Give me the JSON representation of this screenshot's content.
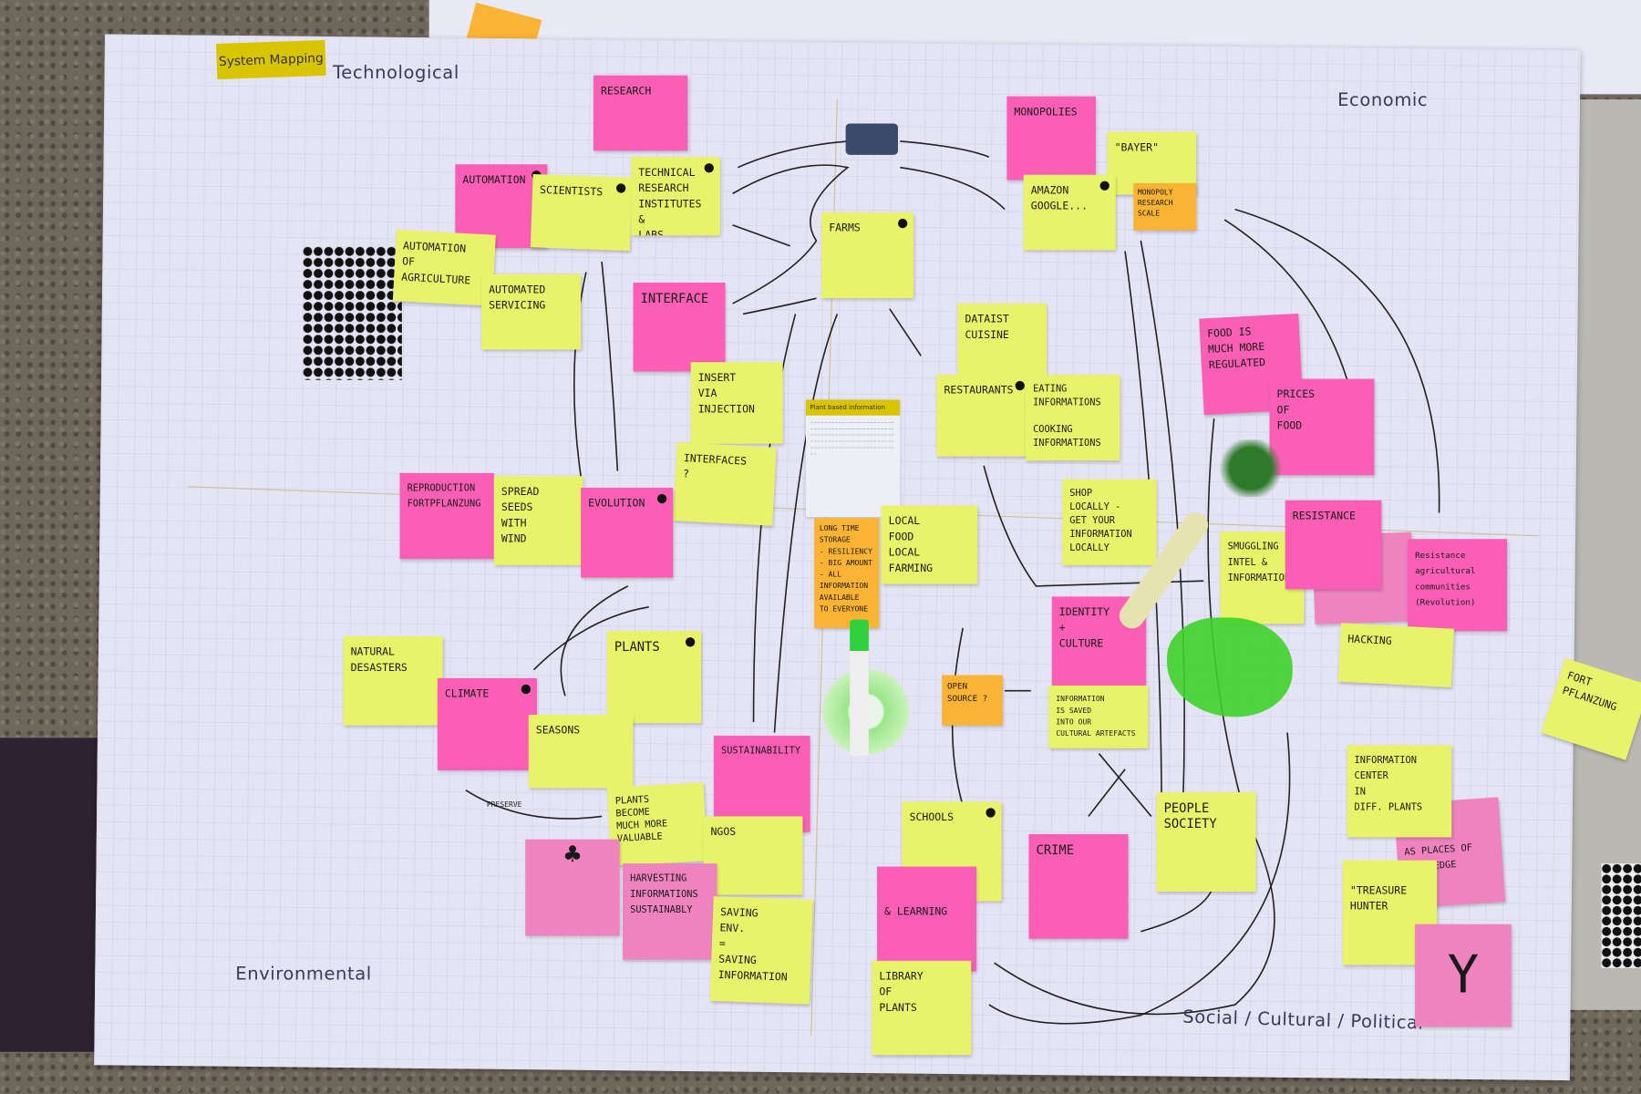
{
  "board": {
    "tag": "System Mapping",
    "quadrants": {
      "technological": "Technological",
      "economic": "Economic",
      "environmental": "Environmental",
      "social": "Social / Cultural / Political"
    },
    "card": {
      "title": "Plant based information"
    }
  },
  "notes": [
    "Research",
    "Automation",
    "Scientists",
    "Technical\nResearch\nInstitutes &\nLabs",
    "Automation\nof\nAgriculture",
    "Automated\nServicing",
    "Interface",
    "Farms",
    "Insert\nvia\ninjection",
    "Interfaces\n?",
    "Monopolies",
    "\"Bayer\"",
    "Monopoly\nResearch\nScale",
    "Amazon\nGoogle...",
    "Dataist\ncuisine",
    "Restaurants",
    "Eating\ninformations\n\nCooking\ninformations",
    "Food is\nmuch more\nregulated",
    "Prices\nof\nfood",
    "Reproduction\nFortpflanzung",
    "Spread\nseeds\nwith\nwind",
    "Evolution",
    "Long time\nstorage\n- Resiliency\n- Big amount\n- All information\navailable\nto everyone",
    "Local\nfood\nlocal\nfarming",
    "Shop\nlocally -\nget your\ninformation\nlocally",
    "Resistance",
    "Smuggling\nintel &\ninformation",
    "Resistance\nagricultural\ncommunities\n(Revolution)",
    "Hacking",
    "Fort\nPflanzung",
    "Identity\n+\nCulture",
    "Information\nis saved\ninto our\ncultural artefacts",
    "Open\nsource ?",
    "Natural\ndesasters",
    "Climate",
    "Plants",
    "Seasons",
    "Sustainability",
    "Plants\nbecome\nmuch more\nvaluable",
    "NGOs",
    "",
    "Harvesting\ninformations\nsustainably",
    "Saving\nenv.\n=\nsaving\ninformation",
    "Schools",
    "& Learning",
    "Library\nof\nplants",
    "Crime",
    "People\nSociety",
    "Information\ncenter\nin\ndiff. plants",
    "as places of\nknowledge",
    "\"Treasure\nhunter",
    "Y"
  ],
  "arrow_labels": [
    "Preserve"
  ],
  "colors": {
    "yellow": "#e9f36a",
    "pink": "#fb5fb5",
    "orange": "#fbb334",
    "paper": "#e4e4f4"
  }
}
